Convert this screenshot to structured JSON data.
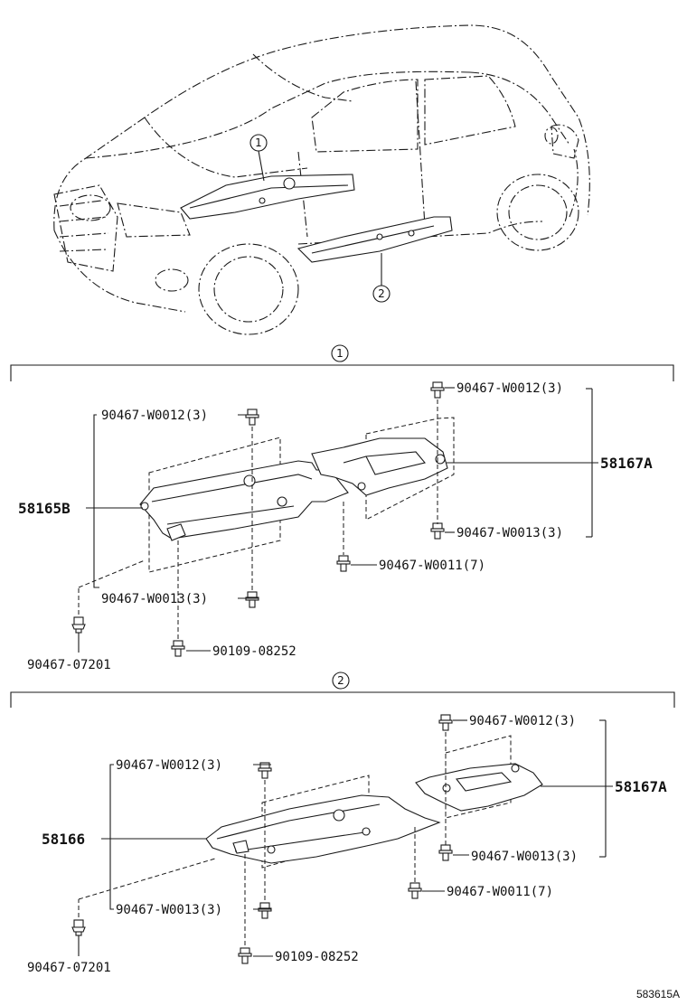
{
  "callouts": {
    "one": "1",
    "two": "2"
  },
  "section1": {
    "labels": {
      "bolt_w0012_left": "90467-W0012(3)",
      "bolt_w0012_right": "90467-W0012(3)",
      "cover_58167a": "58167A",
      "cover_58165b": "58165B",
      "bolt_w0013_right": "90467-W0013(3)",
      "bolt_w0011": "90467-W0011(7)",
      "bolt_w0013_left": "90467-W0013(3)",
      "clip_07201": "90467-07201",
      "bolt_08252": "90109-08252"
    }
  },
  "section2": {
    "labels": {
      "bolt_w0012_right": "90467-W0012(3)",
      "bolt_w0012_left": "90467-W0012(3)",
      "cover_58167a": "58167A",
      "cover_58166": "58166",
      "bolt_w0013_right": "90467-W0013(3)",
      "bolt_w0011": "90467-W0011(7)",
      "bolt_w0013_left": "90467-W0013(3)",
      "clip_07201": "90467-07201",
      "bolt_08252": "90109-08252"
    }
  },
  "reference_code": "583615A"
}
